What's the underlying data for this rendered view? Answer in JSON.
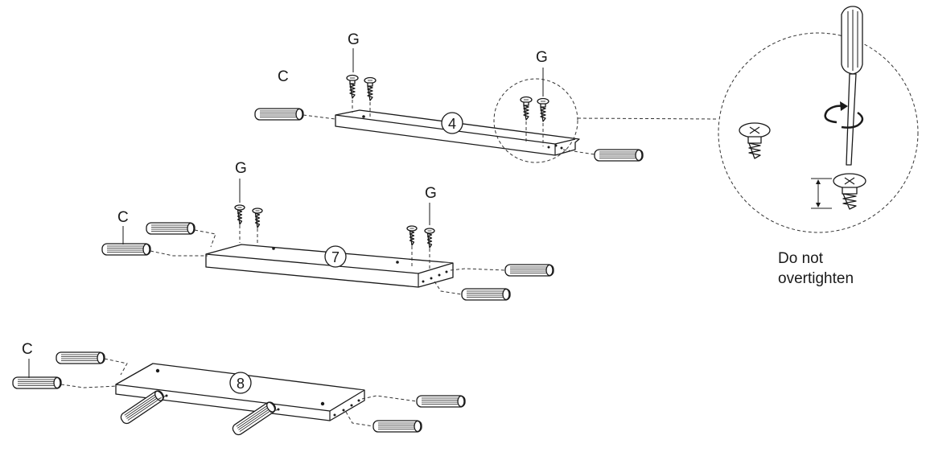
{
  "labels": {
    "dowel": "C",
    "screw": "G"
  },
  "panels": [
    {
      "number": "4"
    },
    {
      "number": "7"
    },
    {
      "number": "8"
    }
  ],
  "note": {
    "line1": "Do not",
    "line2": "overtighten"
  },
  "icons": {
    "dowel": "wooden-dowel-icon",
    "screw": "screw-icon",
    "screwdriver": "screwdriver-icon",
    "rotation": "rotate-clockwise-icon"
  },
  "colors": {
    "ink": "#1a1a1a",
    "background": "#ffffff"
  }
}
